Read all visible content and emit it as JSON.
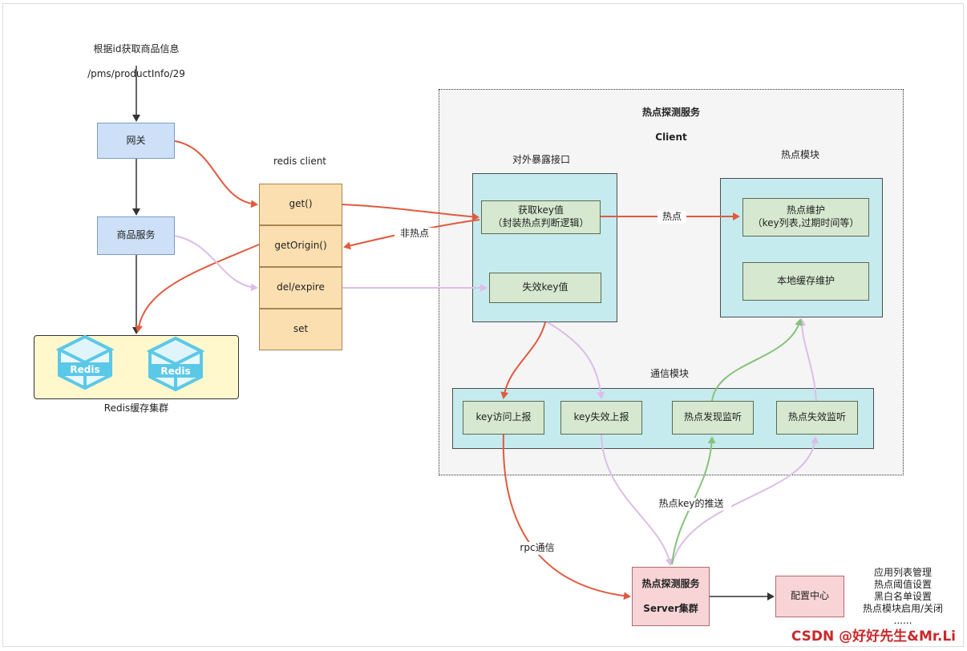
{
  "request": {
    "line1": "根据id获取商品信息",
    "line2": "/pms/productInfo/29"
  },
  "gateway": {
    "label": "网关"
  },
  "product_service": {
    "label": "商品服务"
  },
  "redis_cluster": {
    "label": "Redis缓存集群",
    "cube_text": "Redis"
  },
  "redis_client": {
    "title": "redis  client",
    "methods": [
      "get()",
      "getOrigin()",
      "del/expire",
      "set"
    ]
  },
  "client_frame": {
    "title_line1": "热点探测服务",
    "title_line2": "Client"
  },
  "exposed_api": {
    "title": "对外暴露接口",
    "get_key": "获取key值\n（封装热点判断逻辑）",
    "invalidate_key": "失效key值"
  },
  "hotspot_module": {
    "title": "热点模块",
    "maintain": "热点维护\n（key列表,过期时间等）",
    "local_cache": "本地缓存维护"
  },
  "comm_module": {
    "title": "通信模块",
    "items": [
      "key访问上报",
      "key失效上报",
      "热点发现监听",
      "热点失效监听"
    ]
  },
  "edge_labels": {
    "non_hot": "非热点",
    "hot": "热点",
    "push": "热点key的推送",
    "rpc": "rpc通信"
  },
  "server": {
    "line1": "热点探测服务",
    "line2": "Server集群"
  },
  "config_center": {
    "label": "配置中心",
    "features": [
      "应用列表管理",
      "热点阈值设置",
      "黑白名单设置",
      "热点模块启用/关闭",
      "......"
    ]
  },
  "watermark": "CSDN @好好先生&Mr.Li",
  "colors": {
    "red": "#e05a3e",
    "lavender": "#dcbde8",
    "green": "#86c27a",
    "dark": "#333333",
    "cube": "#5cc8e8"
  }
}
